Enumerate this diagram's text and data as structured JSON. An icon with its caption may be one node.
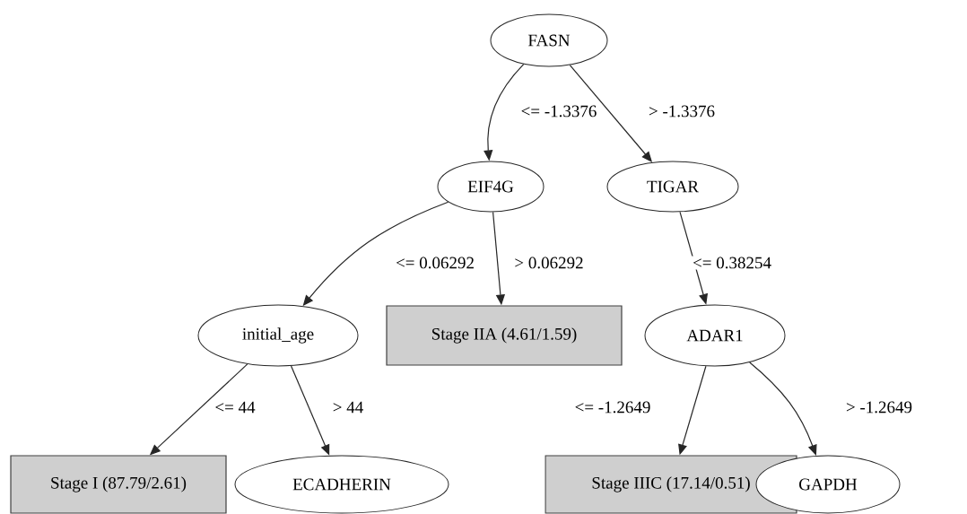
{
  "diagram": {
    "nodes": [
      {
        "text": [
          "FASN"
        ]
      },
      {
        "text": [
          "EIF4G"
        ]
      },
      {
        "text": [
          "TIGAR"
        ]
      },
      {
        "text": [
          "initial_age"
        ]
      },
      {
        "text": [
          "Stage IIA (4.61/1.59)"
        ]
      },
      {
        "text": [
          "ADAR1"
        ]
      },
      {
        "text": [
          "Stage I (87.79/2.61)"
        ]
      },
      {
        "text": [
          "ECADHERIN"
        ]
      },
      {
        "text": [
          "Stage IIIC (17.14/0.51)"
        ]
      },
      {
        "text": [
          "GAPDH"
        ]
      }
    ],
    "edges": [
      {
        "from": 0,
        "to": 1,
        "arrow": "to",
        "label": "<= -1.3376"
      },
      {
        "from": 0,
        "to": 2,
        "arrow": "to",
        "label": "> -1.3376"
      },
      {
        "from": 1,
        "to": 3,
        "arrow": "to",
        "label": "<= 0.06292"
      },
      {
        "from": 1,
        "to": 4,
        "arrow": "to",
        "label": "> 0.06292"
      },
      {
        "from": 2,
        "to": 5,
        "arrow": "to",
        "label": "<= 0.38254"
      },
      {
        "from": 3,
        "to": 6,
        "arrow": "to",
        "label": "<= 44"
      },
      {
        "from": 3,
        "to": 7,
        "arrow": "to",
        "label": "> 44"
      },
      {
        "from": 5,
        "to": 8,
        "arrow": "to",
        "label": "<= -1.2649"
      },
      {
        "from": 5,
        "to": 9,
        "arrow": "to",
        "label": "> -1.2649"
      }
    ]
  }
}
